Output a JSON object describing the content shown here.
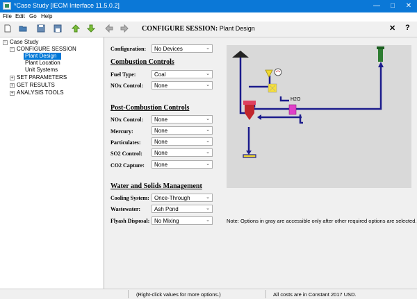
{
  "window": {
    "title": "*Case Study [IECM Interface 11.5.0.2]"
  },
  "menu": [
    "File",
    "Edit",
    "Go",
    "Help"
  ],
  "breadcrumb": {
    "main": "CONFIGURE SESSION:",
    "sub": "Plant Design"
  },
  "toolbar": {
    "close": "✕",
    "help": "?"
  },
  "tree": {
    "root": "Case Study",
    "configure": "CONFIGURE SESSION",
    "plant_design": "Plant Design",
    "plant_location": "Plant Location",
    "unit_systems": "Unit Systems",
    "set_parameters": "SET PARAMETERS",
    "get_results": "GET RESULTS",
    "analysis_tools": "ANALYSIS TOOLS"
  },
  "form": {
    "configuration": {
      "label": "Configuration:",
      "value": "No Devices"
    },
    "combustion": {
      "header": "Combustion Controls",
      "fuel_type": {
        "label": "Fuel Type:",
        "value": "Coal"
      },
      "nox": {
        "label": "NOx Control:",
        "value": "None"
      }
    },
    "post": {
      "header": "Post-Combustion Controls",
      "nox": {
        "label": "NOx Control:",
        "value": "None"
      },
      "mercury": {
        "label": "Mercury:",
        "value": "None"
      },
      "particulates": {
        "label": "Particulates:",
        "value": "None"
      },
      "so2": {
        "label": "SO2 Control:",
        "value": "None"
      },
      "co2": {
        "label": "CO2 Capture:",
        "value": "None"
      }
    },
    "water": {
      "header": "Water and Solids Management",
      "cooling": {
        "label": "Cooling System:",
        "value": "Once-Through"
      },
      "wastewater": {
        "label": "Wastewater:",
        "value": "Ash Pond"
      },
      "flyash": {
        "label": "Flyash Disposal:",
        "value": "No Mixing"
      }
    }
  },
  "diagram": {
    "h2o": "H2O"
  },
  "note": "Note: Options in gray are accessible only after other required options are selected.",
  "status": {
    "hint": "(Right-click values for more options.)",
    "costs": "All costs are in Constant 2017 USD."
  },
  "colors": {
    "titlebar": "#0b78d7",
    "selection": "#0078d7",
    "diagram_bg": "#d9d9d9",
    "flow": "#1c1c8c",
    "boiler": "#c1272d",
    "magenta": "#e040c8",
    "stack": "#2e7d32"
  }
}
